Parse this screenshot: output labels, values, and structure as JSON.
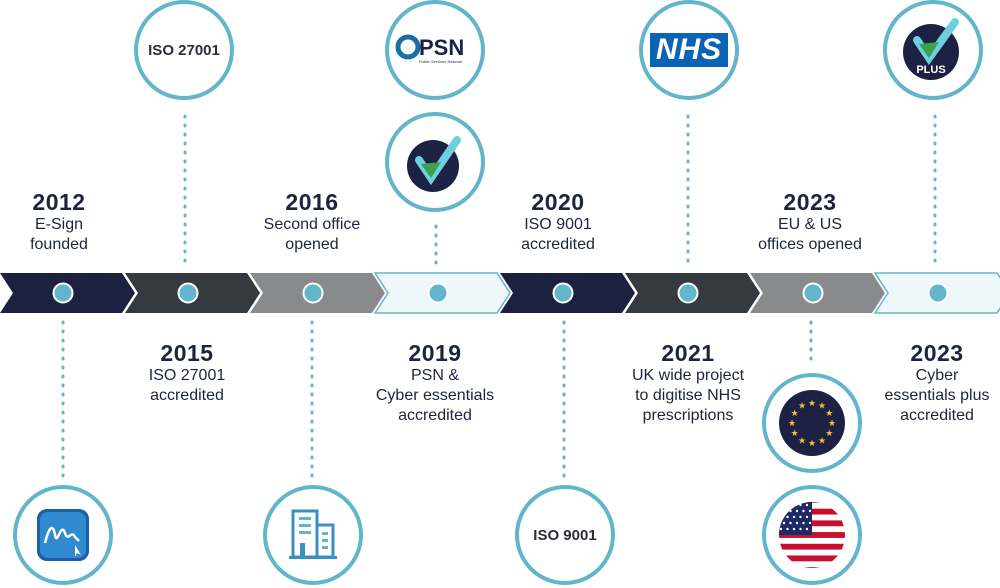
{
  "milestones": [
    {
      "year": "2012",
      "text": "E-Sign\nfounded",
      "position": "above",
      "icon": "esign-logo-icon"
    },
    {
      "year": "2015",
      "text": "ISO 27001\naccredited",
      "position": "below",
      "icon": "iso-27001-badge",
      "badge_text": "ISO 27001"
    },
    {
      "year": "2016",
      "text": "Second office\nopened",
      "position": "above",
      "icon": "office-building-icon"
    },
    {
      "year": "2019",
      "text": "PSN &\nCyber essentials\naccredited",
      "position": "below",
      "icon": "psn-logo-icon",
      "psn_text": "PSN",
      "psn_subtext": "Public Services Network"
    },
    {
      "year": "2020",
      "text": "ISO 9001\naccredited",
      "position": "above",
      "icon": "iso-9001-badge",
      "badge_text": "ISO 9001"
    },
    {
      "year": "2021",
      "text": "UK wide project\nto digitise NHS\nprescriptions",
      "position": "below",
      "icon": "nhs-logo-icon",
      "nhs_text": "NHS"
    },
    {
      "year": "2023",
      "text": "EU & US\noffices opened",
      "position": "above",
      "icon": "eu-flag-icon"
    },
    {
      "year": "2023",
      "text": "Cyber\nessentials plus\naccredited",
      "position": "below",
      "icon": "cyber-essentials-plus-icon",
      "plus_text": "PLUS"
    }
  ],
  "colors": {
    "ring": "#63b5cc",
    "dot": "#63b5cc",
    "text": "#1e2340",
    "segments": [
      "#1c2140",
      "#353a40",
      "#888a8c",
      "#eef7fa",
      "#1c2140",
      "#353a40",
      "#888a8c",
      "#eef7fa"
    ]
  }
}
